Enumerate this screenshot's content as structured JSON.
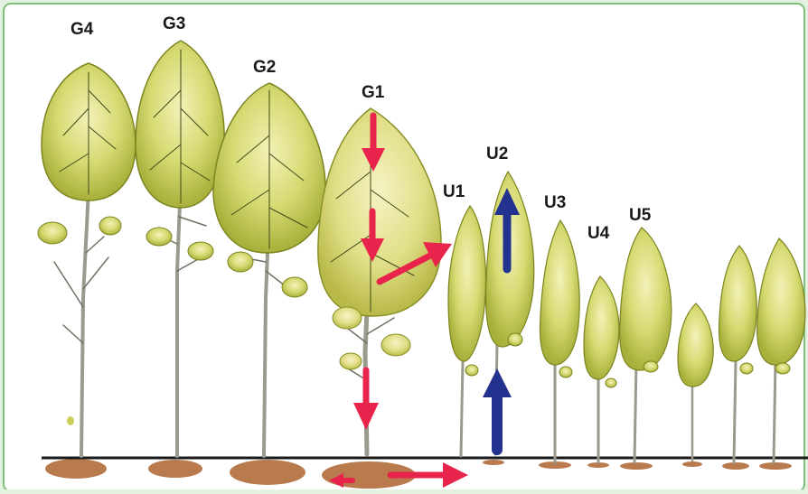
{
  "labels": {
    "g4": "G4",
    "g3": "G3",
    "g2": "G2",
    "g1": "G1",
    "u1": "U1",
    "u2": "U2",
    "u3": "U3",
    "u4": "U4",
    "u5": "U5"
  },
  "colors": {
    "background": "#e4f1e1",
    "panel": "#ffffff",
    "border": "#7fbf7a",
    "ground": "#1a1a1a",
    "root_mass": "#b97a4e",
    "canopy_light": "#e9ea9a",
    "canopy_mid": "#c9cf5a",
    "canopy_dark": "#8f9a2c",
    "trunk": "#9a9a8e",
    "arrow_red": "#e8244c",
    "arrow_blue": "#23318f"
  },
  "icons": {
    "red_arrow": "red-arrow",
    "blue_arrow": "blue-arrow",
    "tree": "tree-illustration",
    "root": "root-mass"
  }
}
